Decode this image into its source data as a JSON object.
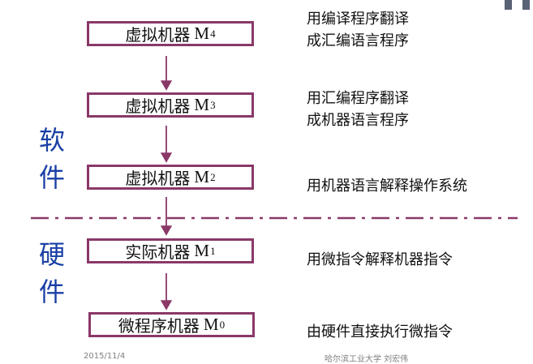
{
  "layers": [
    {
      "label": "虚拟机器",
      "m": "M",
      "sub": "4",
      "description": [
        "用编译程序翻译",
        "成汇编语言程序"
      ]
    },
    {
      "label": "虚拟机器",
      "m": "M",
      "sub": "3",
      "description": [
        "用汇编程序翻译",
        "成机器语言程序"
      ]
    },
    {
      "label": "虚拟机器",
      "m": "M",
      "sub": "2",
      "description": [
        "用机器语言解释操作系统"
      ]
    },
    {
      "label": "实际机器",
      "m": "M",
      "sub": "1",
      "description": [
        "用微指令解释机器指令"
      ]
    },
    {
      "label": "微程序机器",
      "m": "M",
      "sub": "0",
      "description": [
        "由硬件直接执行微指令"
      ]
    }
  ],
  "side_labels": {
    "software": [
      "软",
      "件"
    ],
    "hardware": [
      "硬",
      "件"
    ]
  },
  "footer": {
    "date": "2015/11/4",
    "author": "哈尔滨工业大学  刘宏伟"
  },
  "colors": {
    "box_border": "#8a3868",
    "arrow": "#8a3868",
    "divider": "#8a3868",
    "side_text": "#1a3fa5"
  }
}
